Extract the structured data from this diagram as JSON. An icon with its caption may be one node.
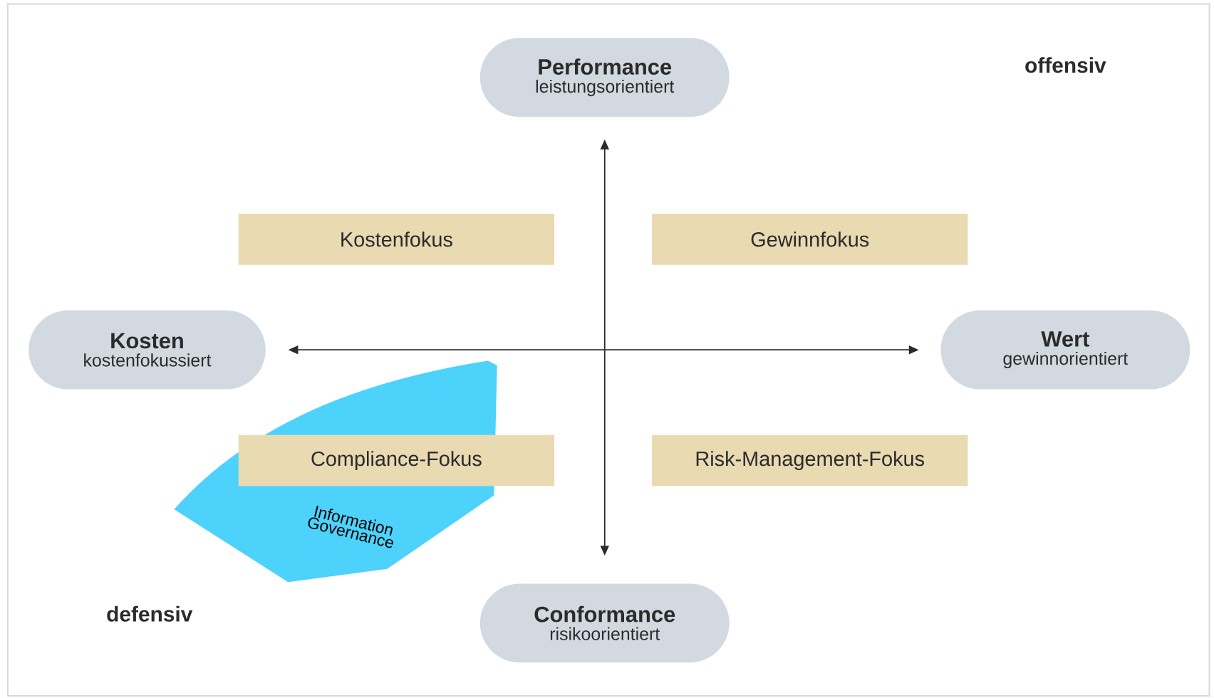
{
  "diagram": {
    "nodes": [
      {
        "text": [
          "Performance",
          "leistungsorientiert"
        ]
      },
      {
        "text": [
          "Kostenfokus"
        ]
      },
      {
        "text": [
          "Gewinnfokus"
        ]
      },
      {
        "text": [
          "Kosten",
          "kostenfokussiert"
        ]
      },
      {
        "text": [
          "Wert",
          "gewinnorientiert"
        ]
      },
      {
        "text": [
          "Compliance-Fokus"
        ]
      },
      {
        "text": [
          "Risk-Management-Fokus"
        ]
      },
      {
        "text": [
          "Information Governance"
        ]
      },
      {
        "text": [
          "Conformance",
          "risikoorientiert"
        ]
      }
    ],
    "edges": [
      {
        "from": 0,
        "to": 8,
        "arrow": "both"
      },
      {
        "from": 3,
        "to": 4,
        "arrow": "both"
      }
    ],
    "labels": [
      "offensiv",
      "defensiv"
    ]
  }
}
